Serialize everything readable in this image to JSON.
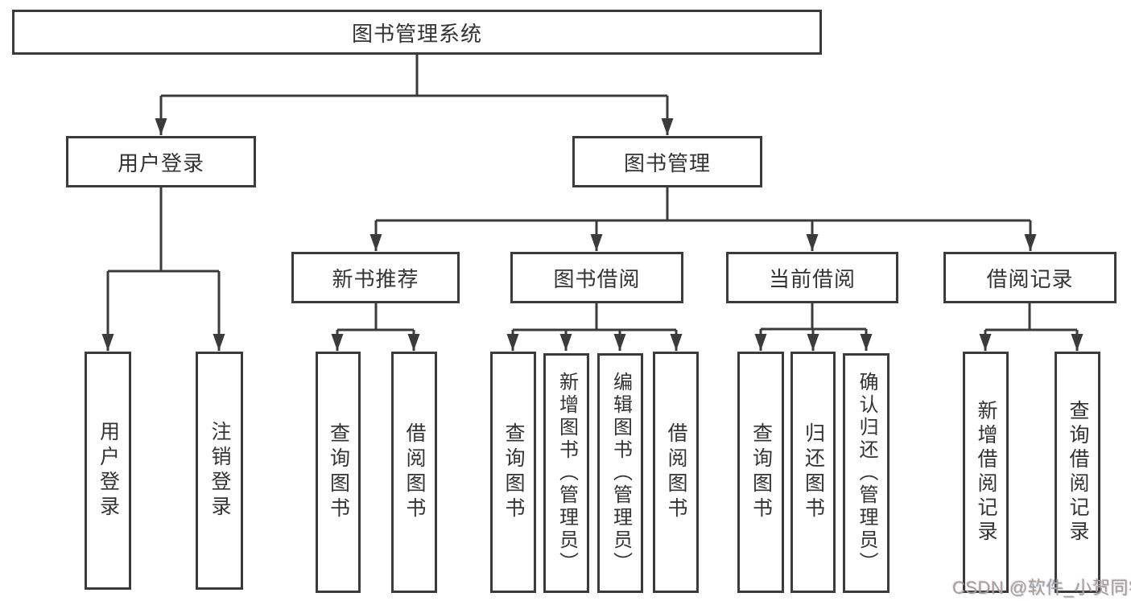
{
  "diagram": {
    "root": {
      "label": "图书管理系统",
      "children": [
        {
          "label": "用户登录",
          "children": [
            {
              "label": "用户登录"
            },
            {
              "label": "注销登录"
            }
          ]
        },
        {
          "label": "图书管理",
          "children": [
            {
              "label": "新书推荐",
              "children": [
                {
                  "label": "查询图书"
                },
                {
                  "label": "借阅图书"
                }
              ]
            },
            {
              "label": "图书借阅",
              "children": [
                {
                  "label": "查询图书"
                },
                {
                  "label": "新增图书（管理员）"
                },
                {
                  "label": "编辑图书（管理员）"
                },
                {
                  "label": "借阅图书"
                }
              ]
            },
            {
              "label": "当前借阅",
              "children": [
                {
                  "label": "查询图书"
                },
                {
                  "label": "归还图书"
                },
                {
                  "label": "确认归还（管理员）"
                }
              ]
            },
            {
              "label": "借阅记录",
              "children": [
                {
                  "label": "新增借阅记录"
                },
                {
                  "label": "查询借阅记录"
                }
              ]
            }
          ]
        }
      ]
    },
    "colors": {
      "line": "#3b3b3b",
      "box_border": "#3b3b3b",
      "box_fill": "#ffffff",
      "text": "#333333",
      "watermark": "#9f9f9f"
    }
  },
  "watermark": {
    "text": "CSDN @软件_小贺同学"
  }
}
